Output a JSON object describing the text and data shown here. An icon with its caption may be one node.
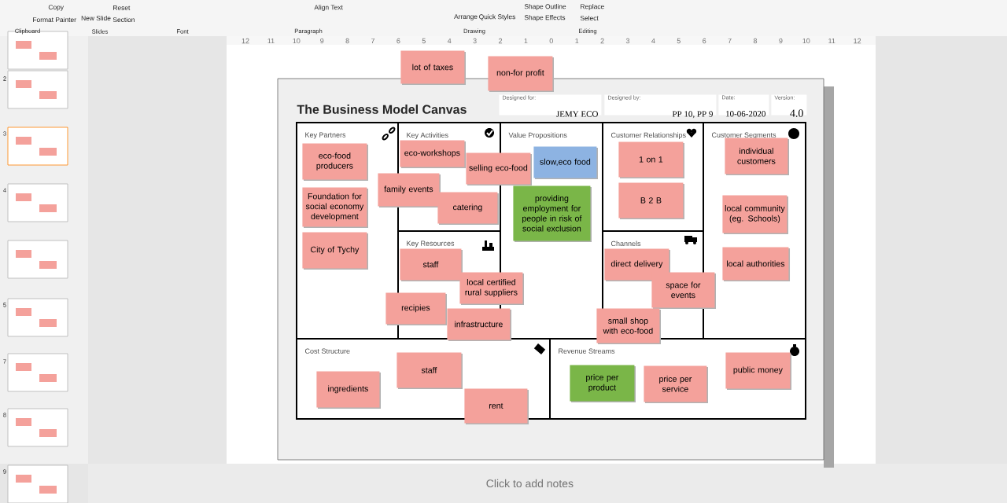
{
  "diagram": {
    "nodes": [
      {
        "text": [
          "Key Partners"
        ]
      },
      {
        "text": [
          "Key Activities"
        ]
      },
      {
        "text": [
          "Key Resources"
        ]
      },
      {
        "text": [
          "Value Propositions"
        ]
      },
      {
        "text": [
          "Customer Relationships"
        ]
      },
      {
        "text": [
          "Channels"
        ]
      },
      {
        "text": [
          "Customer Segments"
        ]
      },
      {
        "text": [
          "Cost Structure"
        ]
      },
      {
        "text": [
          "Revenue Streams"
        ]
      },
      {
        "text": [
          "Designed for:",
          "JEMY ECO"
        ]
      },
      {
        "text": [
          "Designed by:",
          "PP 10, PP 9"
        ]
      },
      {
        "text": [
          "Date:",
          "10-06-2020"
        ]
      },
      {
        "text": [
          "Version:",
          "4.0"
        ]
      },
      {
        "text": [
          "lot of taxes"
        ]
      },
      {
        "text": [
          "non-for profit"
        ]
      },
      {
        "text": [
          "eco-workshops"
        ],
        "in": 1
      },
      {
        "text": [
          "selling eco-food"
        ]
      },
      {
        "text": [
          "family events"
        ]
      },
      {
        "text": [
          "catering"
        ],
        "in": 1
      },
      {
        "text": [
          "slow,eco food"
        ],
        "in": 3
      },
      {
        "text": [
          "providing employment for people in risk of social exclusion"
        ],
        "in": 3
      },
      {
        "text": [
          "1 on 1"
        ],
        "in": 4
      },
      {
        "text": [
          "B 2 B"
        ],
        "in": 4
      },
      {
        "text": [
          "individual customers"
        ],
        "in": 6
      },
      {
        "text": [
          "local community (eg. Schools)"
        ],
        "in": 6
      },
      {
        "text": [
          "local authorities"
        ],
        "in": 6
      },
      {
        "text": [
          "eco-food producers"
        ],
        "in": 0
      },
      {
        "text": [
          "Foundation for social economy development"
        ],
        "in": 0
      },
      {
        "text": [
          "City of Tychy"
        ],
        "in": 0
      },
      {
        "text": [
          "staff"
        ],
        "in": 2
      },
      {
        "text": [
          "local certified rural suppliers"
        ]
      },
      {
        "text": [
          "recipies"
        ]
      },
      {
        "text": [
          "infrastructure"
        ]
      },
      {
        "text": [
          "direct delivery"
        ],
        "in": 5
      },
      {
        "text": [
          "space for events"
        ]
      },
      {
        "text": [
          "small shop with eco-food"
        ]
      },
      {
        "text": [
          "ingredients"
        ],
        "in": 7
      },
      {
        "text": [
          "staff"
        ],
        "in": 7
      },
      {
        "text": [
          "rent"
        ]
      },
      {
        "text": [
          "price per product"
        ],
        "in": 8
      },
      {
        "text": [
          "price per service"
        ],
        "in": 8
      },
      {
        "text": [
          "public money"
        ],
        "in": 8
      }
    ],
    "labels": [
      "Copy",
      "Format Painter",
      "New Slide",
      "Reset",
      "Section",
      "Align Text",
      "Arrange",
      "Quick Styles",
      "Shape Outline",
      "Shape Effects",
      "Replace",
      "Select",
      "Clipboard",
      "Slides",
      "Font",
      "Paragraph",
      "Drawing",
      "Editing",
      "12",
      "11",
      "10",
      "9",
      "8",
      "7",
      "6",
      "5",
      "4",
      "3",
      "2",
      "1",
      "0",
      "1",
      "2",
      "3",
      "4",
      "5",
      "6",
      "7",
      "8",
      "9",
      "10",
      "11",
      "12",
      "2",
      "3",
      "4",
      "5",
      "7",
      "8",
      "9",
      "The Business Model Canvas",
      "Click to add notes"
    ]
  }
}
